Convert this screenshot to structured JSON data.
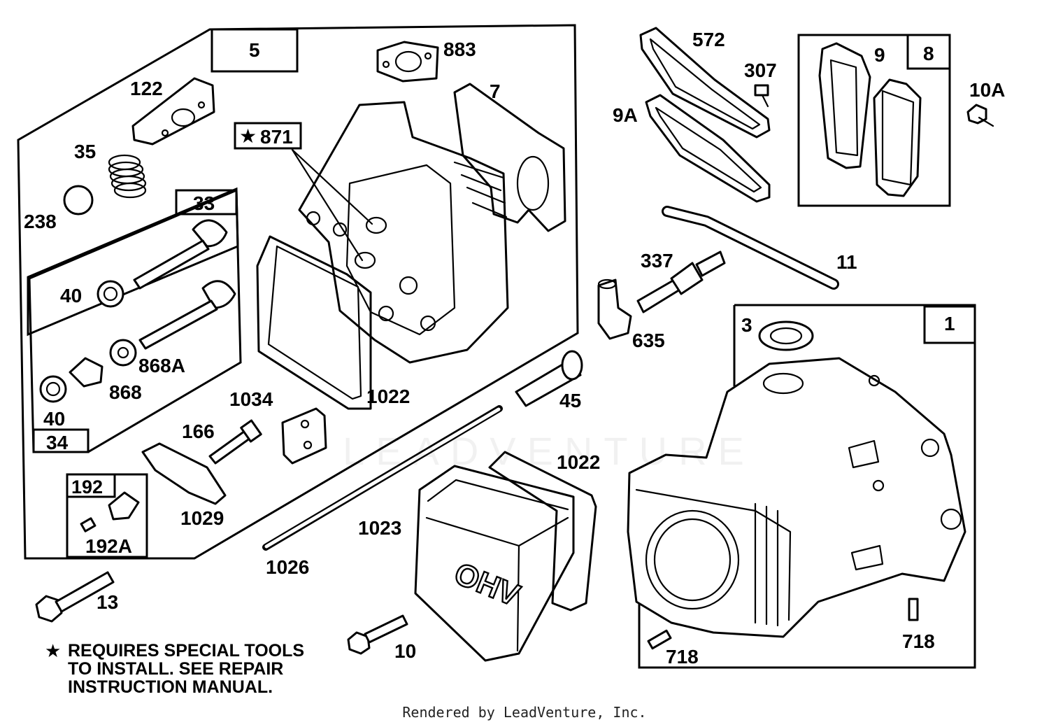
{
  "labels": {
    "n5": "5",
    "n883": "883",
    "n122": "122",
    "n7": "7",
    "n35": "35",
    "n871": "871",
    "n238": "238",
    "n33": "33",
    "n40a": "40",
    "n868a": "868A",
    "n868": "868",
    "n40b": "40",
    "n34": "34",
    "n1022a": "1022",
    "n1034": "1034",
    "n166": "166",
    "n192": "192",
    "n192a": "192A",
    "n1029": "1029",
    "n45": "45",
    "n1022b": "1022",
    "n1023": "1023",
    "n1026": "1026",
    "n13": "13",
    "n10": "10",
    "n572": "572",
    "n307": "307",
    "n9a": "9A",
    "n9": "9",
    "n8": "8",
    "n10a": "10A",
    "n337": "337",
    "n11": "11",
    "n635": "635",
    "n3": "3",
    "n1": "1",
    "n718a": "718",
    "n718b": "718"
  },
  "cover_text": "OHV",
  "note": {
    "star": "★",
    "lines": [
      "REQUIRES SPECIAL TOOLS",
      "TO INSTALL.  SEE REPAIR",
      "INSTRUCTION MANUAL."
    ]
  },
  "watermark": "LEADVENTURE",
  "footer": "Rendered by LeadVenture, Inc."
}
